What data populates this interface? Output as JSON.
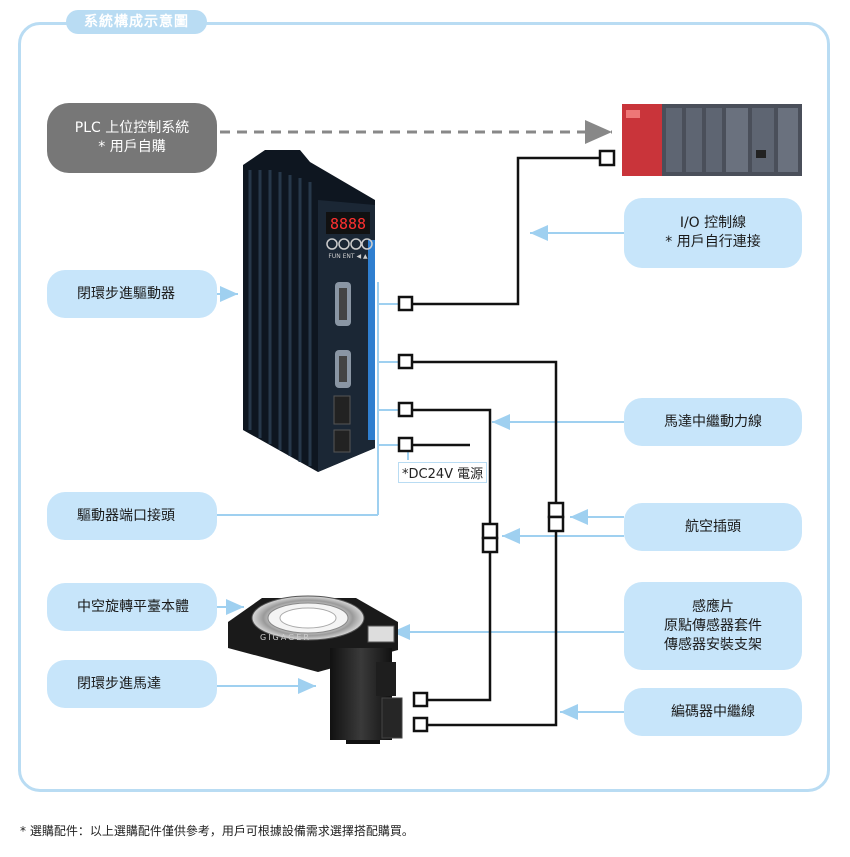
{
  "title": "系統構成示意圖",
  "labels": {
    "plc": "PLC 上位控制系統\n* 用戶自購",
    "io_line": "I/O 控制線\n* 用戶自行連接",
    "driver": "閉環步進驅動器",
    "power_line": "馬達中繼動力線",
    "driver_port": "驅動器端口接頭",
    "aviation_plug": "航空插頭",
    "platform": "中空旋轉平臺本體",
    "sensor": "感應片\n原點傳感器套件\n傳感器安裝支架",
    "motor": "閉環步進馬達",
    "encoder_line": "編碼器中繼線",
    "dc": "*DC24V 電源"
  },
  "device_text": {
    "driver_display": "8888",
    "driver_buttons": "FUN ENT ◀ ▲",
    "brand": "GIGAGER"
  },
  "footnote": "* 選購配件：以上選購配件僅供參考，用戶可根據設備需求選擇搭配購買。",
  "colors": {
    "frame": "#b9dcf3",
    "bubble": "#c7e5fa",
    "arrow": "#9fd0f0",
    "wire": "#111111",
    "plc_bubble": "#777777",
    "plc_red": "#c9343a"
  }
}
